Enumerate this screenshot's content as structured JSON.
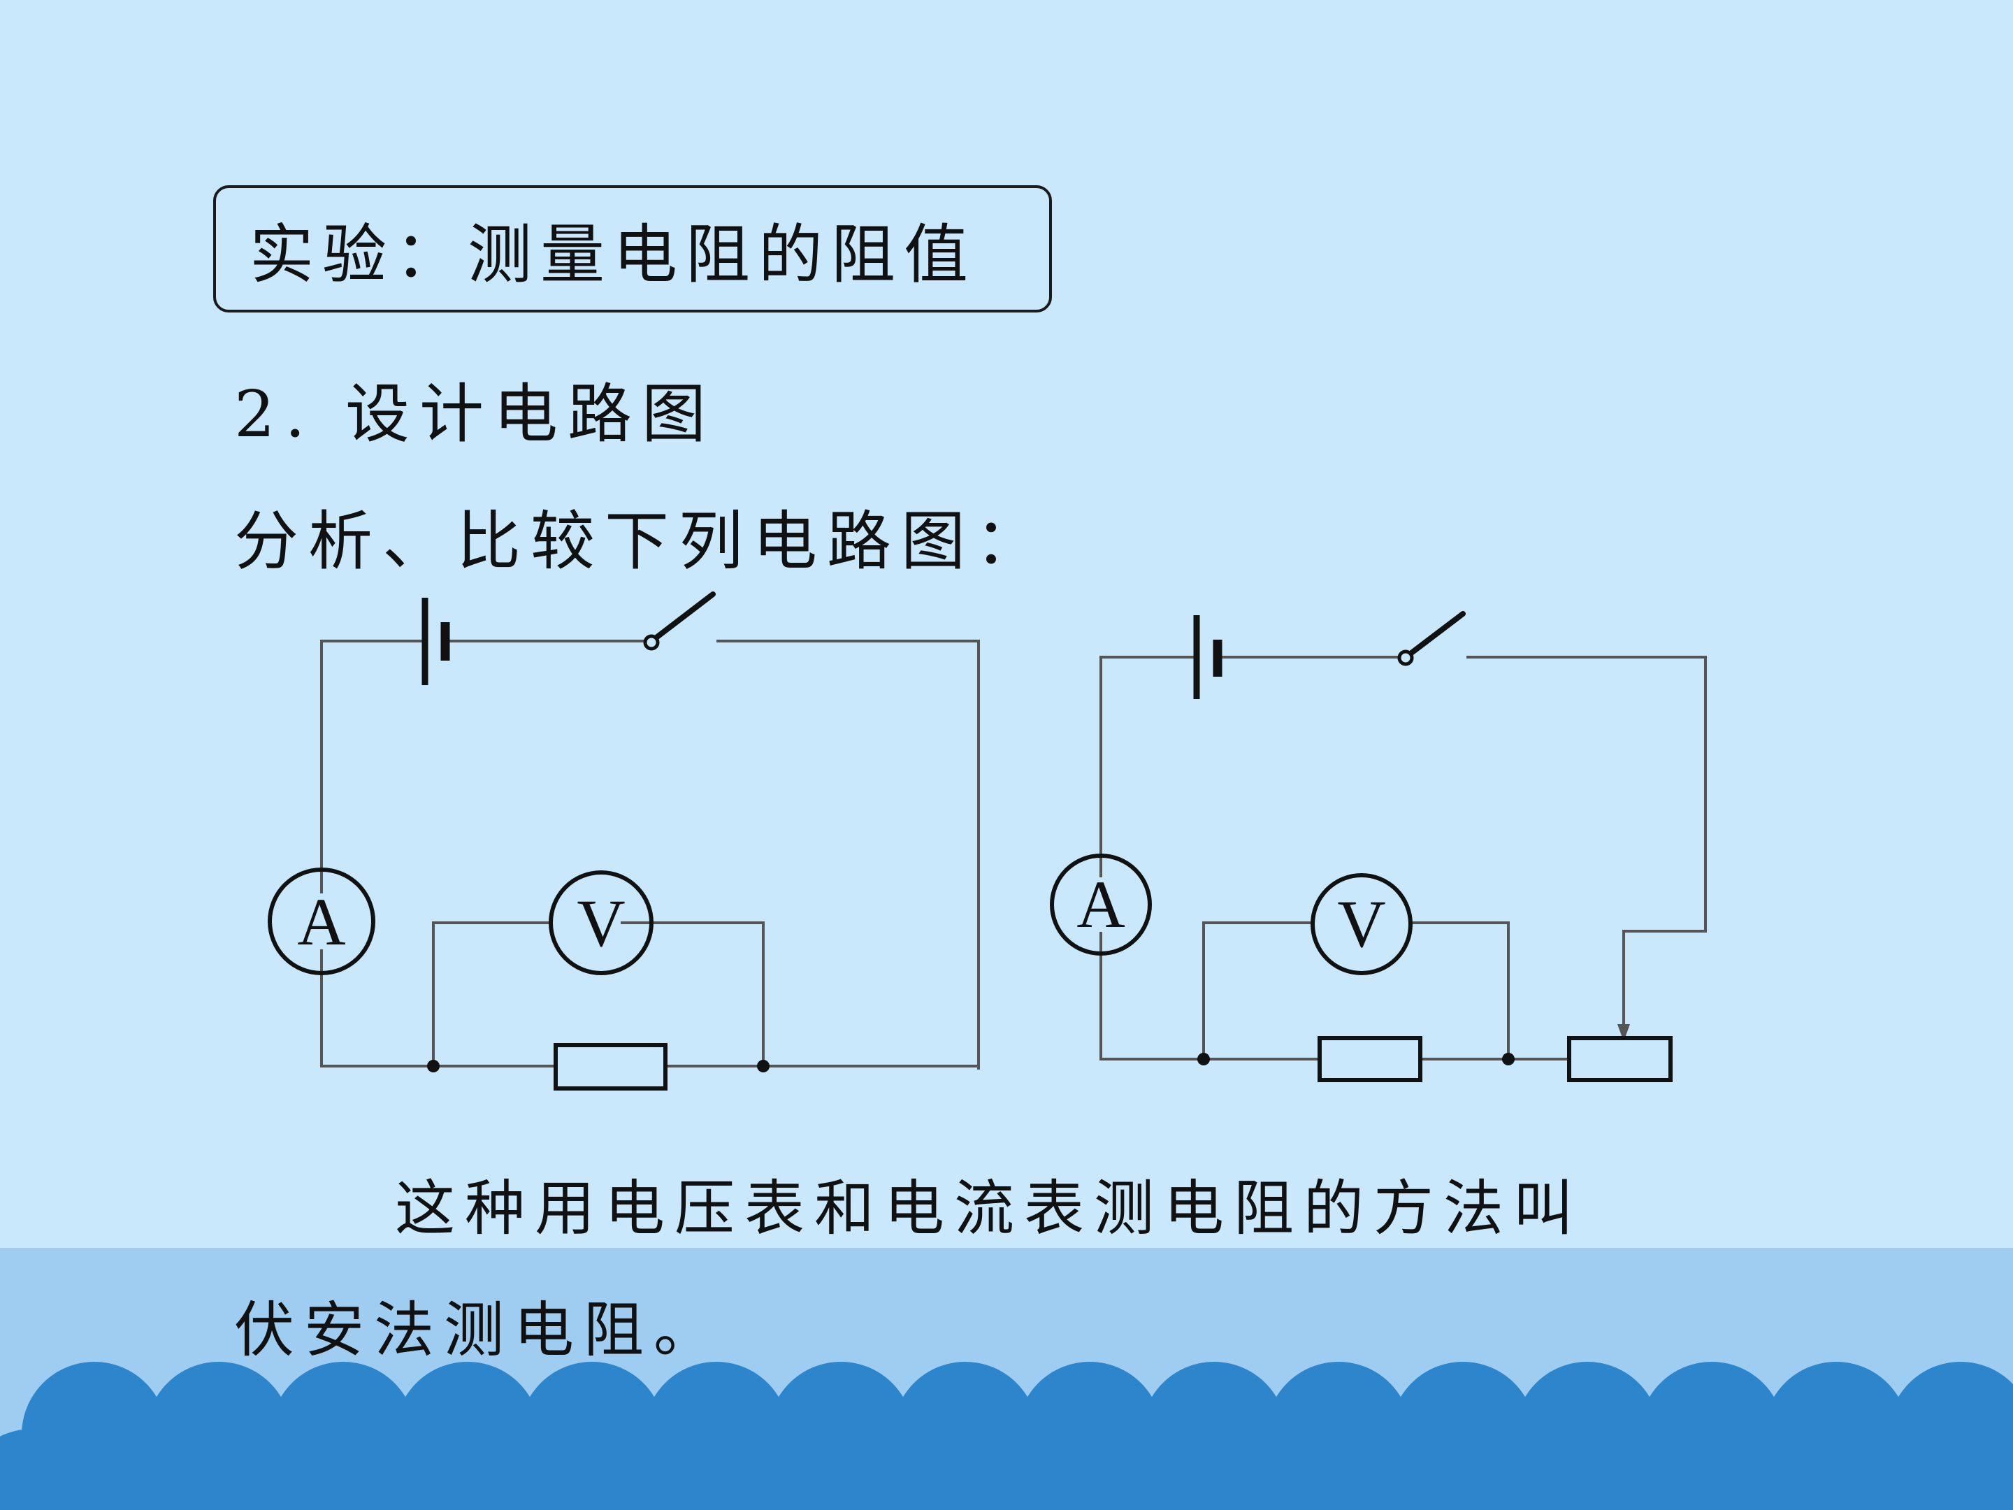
{
  "slide": {
    "title": "实验：测量电阻的阻值",
    "subheading": "2. 设计电路图",
    "instruction": "分析、比较下列电路图：",
    "conclusion_line1": "这种用电压表和电流表测电阻的方法叫",
    "conclusion_line2": "伏安法测电阻。"
  },
  "diagrams": {
    "circuit1": {
      "ammeter_label": "A",
      "voltmeter_label": "V"
    },
    "circuit2": {
      "ammeter_label": "A",
      "voltmeter_label": "V"
    }
  },
  "colors": {
    "background": "#c9e8fb",
    "band": "#9fcdf1",
    "wave": "#2d86cc",
    "wire": "#555555",
    "ink": "#111111"
  }
}
